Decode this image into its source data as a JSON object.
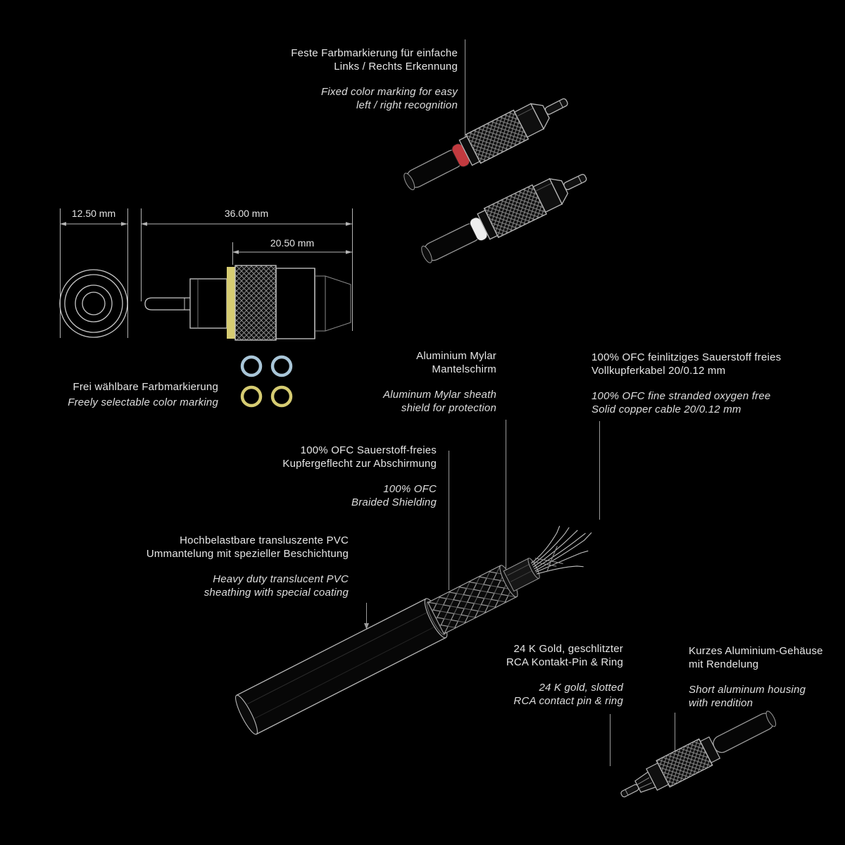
{
  "canvas": {
    "background": "#000000"
  },
  "colors": {
    "line": "#c8c8c8",
    "text": "#e6e6e6",
    "ring_red": "#c13a3f",
    "ring_white": "#ededed",
    "mark_yellow": "#d6cc72",
    "mark_blue": "#a9c6d8"
  },
  "dimensions": {
    "connector_diameter": "12.50 mm",
    "connector_length": "36.00 mm",
    "knurl_length": "20.50 mm"
  },
  "labels": {
    "fixed_color_marking": {
      "de": "Feste Farbmarkierung für einfache\nLinks / Rechts Erkennung",
      "en": "Fixed color marking for easy\nleft / right recognition"
    },
    "selectable_color_marking": {
      "de": "Frei wählbare Farbmarkierung",
      "en": "Freely selectable color marking"
    },
    "mylar_shield": {
      "de": "Aluminium Mylar\nMantelschirm",
      "en": "Aluminum Mylar sheath\nshield for protection"
    },
    "ofc_cable": {
      "de": "100% OFC feinlitziges Sauerstoff freies\nVollkupferkabel 20/0.12 mm",
      "en": "100% OFC fine stranded oxygen free\nSolid copper cable 20/0.12 mm"
    },
    "braided_shielding": {
      "de": "100% OFC Sauerstoff-freies\nKupfergeflecht zur Abschirmung",
      "en": "100% OFC\nBraided Shielding"
    },
    "pvc_sheathing": {
      "de": "Hochbelastbare transluszente PVC\nUmmantelung mit spezieller Beschichtung",
      "en": "Heavy duty translucent PVC\nsheathing with special coating"
    },
    "gold_pin": {
      "de": "24 K Gold, geschlitzter\nRCA Kontakt-Pin & Ring",
      "en": "24 K gold, slotted\nRCA contact pin & ring"
    },
    "aluminum_housing": {
      "de": "Kurzes Aluminium-Gehäuse\nmit Rendelung",
      "en": "Short aluminum housing\nwith rendition"
    }
  }
}
